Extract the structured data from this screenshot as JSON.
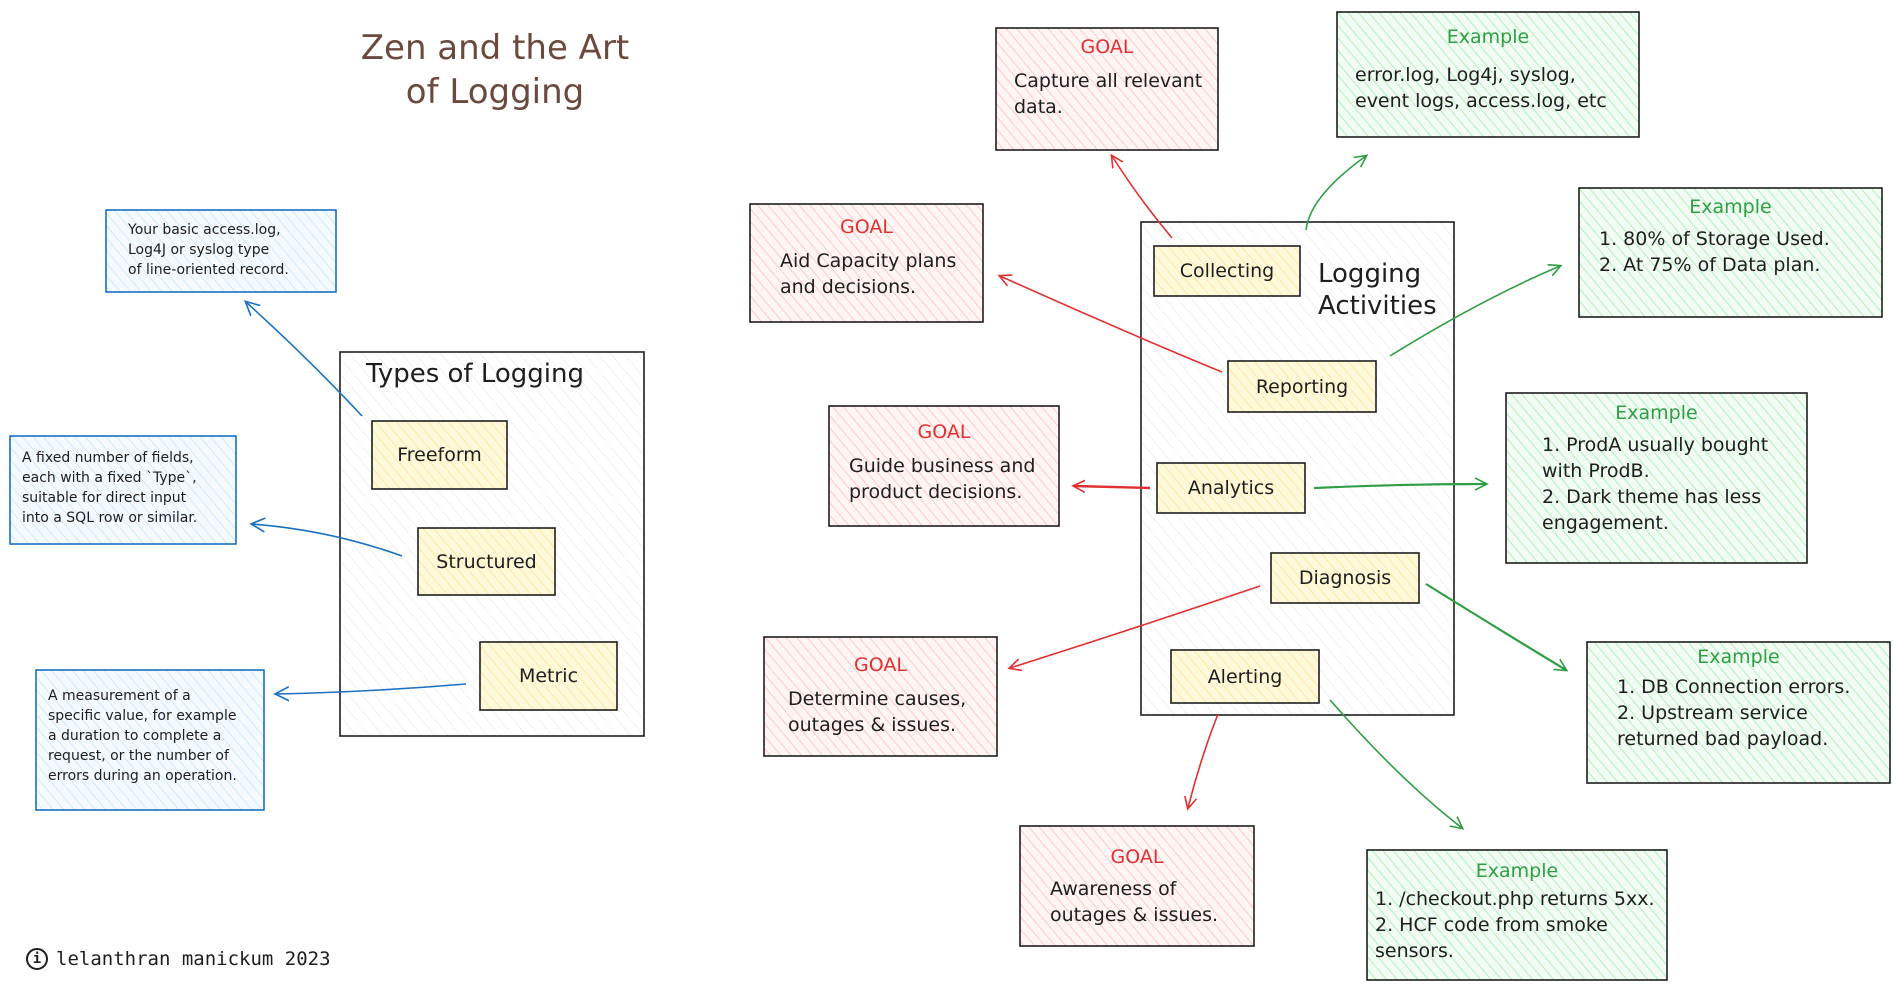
{
  "title": {
    "line1": "Zen and the Art",
    "line2": "of Logging"
  },
  "types": {
    "label": "Types of Logging",
    "items": [
      "Freeform",
      "Structured",
      "Metric"
    ],
    "notes": {
      "freeform": [
        "Your basic access.log,",
        "Log4J or syslog type",
        "of line-oriented record."
      ],
      "structured": [
        "A fixed number of fields,",
        "each with a fixed `Type`,",
        "suitable for direct input",
        "into a SQL row or similar."
      ],
      "metric": [
        "A measurement of a",
        "specific value, for example",
        "a duration to complete a",
        "request, or the number of",
        "errors during an operation."
      ]
    }
  },
  "activities": {
    "label_line1": "Logging",
    "label_line2": "Activities",
    "items": [
      "Collecting",
      "Reporting",
      "Analytics",
      "Diagnosis",
      "Alerting"
    ]
  },
  "goals": [
    {
      "head": "GOAL",
      "lines": [
        "Capture all relevant",
        "data."
      ]
    },
    {
      "head": "GOAL",
      "lines": [
        "Aid Capacity plans",
        "and decisions."
      ]
    },
    {
      "head": "GOAL",
      "lines": [
        "Guide business and",
        "product decisions."
      ]
    },
    {
      "head": "GOAL",
      "lines": [
        "Determine causes,",
        "outages & issues."
      ]
    },
    {
      "head": "GOAL",
      "lines": [
        "Awareness of",
        "outages & issues."
      ]
    }
  ],
  "examples": [
    {
      "head": "Example",
      "lines": [
        "error.log, Log4j, syslog,",
        "event logs, access.log, etc"
      ]
    },
    {
      "head": "Example",
      "lines": [
        "1. 80% of Storage Used.",
        "2. At 75% of Data plan."
      ]
    },
    {
      "head": "Example",
      "lines": [
        "1. ProdA usually bought",
        "with ProdB.",
        "2. Dark theme has less",
        "engagement."
      ]
    },
    {
      "head": "Example",
      "lines": [
        "1. DB Connection errors.",
        "2. Upstream service",
        "returned bad payload."
      ]
    },
    {
      "head": "Example",
      "lines": [
        "1. /checkout.php returns 5xx.",
        "2. HCF code from smoke",
        "sensors."
      ]
    }
  ],
  "credit": {
    "icon": "cc-icon",
    "text": "lelanthran manickum 2023"
  },
  "colors": {
    "goal_fill": "#ffc9c9",
    "goal_head": "#e03131",
    "example_fill": "#b2f2bb",
    "example_head": "#2f9e44",
    "note_fill": "#a5d8ff",
    "note_stroke": "#1971c2",
    "chip_fill": "#ffec99",
    "title": "#6b4a3d"
  }
}
